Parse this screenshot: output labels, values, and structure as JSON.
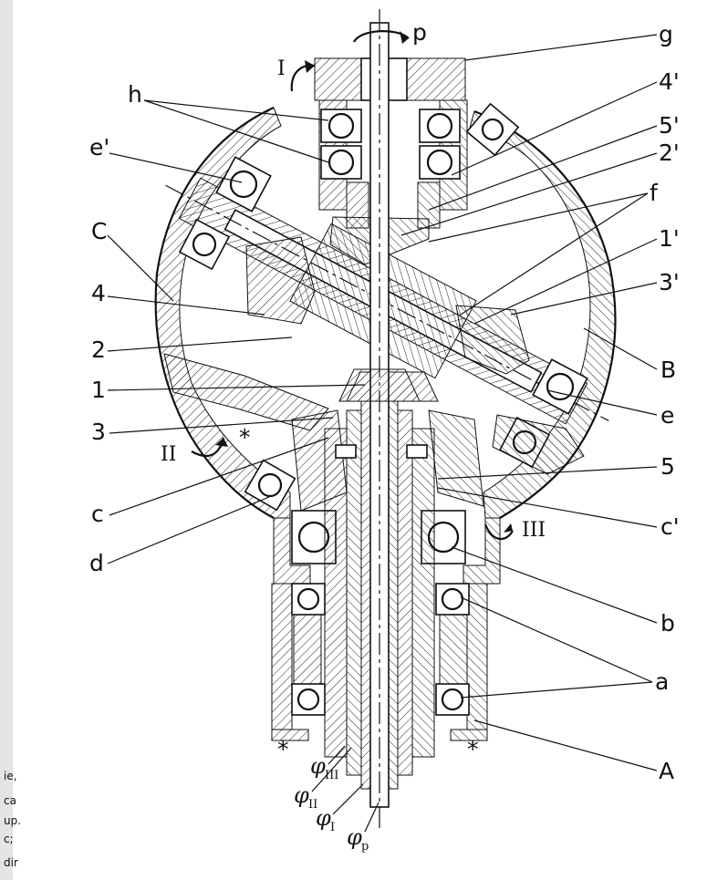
{
  "labels": {
    "g": "g",
    "h": "h",
    "e_prime": "e'",
    "C": "C",
    "four": "4",
    "two": "2",
    "one": "1",
    "three": "3",
    "c": "c",
    "d": "d",
    "four_prime": "4'",
    "five_prime": "5'",
    "two_prime": "2'",
    "f": "f",
    "one_prime": "1'",
    "three_prime": "3'",
    "B": "B",
    "e": "e",
    "five": "5",
    "c_prime": "c'",
    "b": "b",
    "a": "a",
    "A": "A",
    "p": "p",
    "I": "I",
    "II": "II",
    "III": "III",
    "star": "*"
  },
  "phi_labels": [
    {
      "sym": "φ",
      "sub": "III"
    },
    {
      "sym": "φ",
      "sub": "II"
    },
    {
      "sym": "φ",
      "sub": "I"
    },
    {
      "sym": "φ",
      "sub": "p"
    }
  ],
  "margin_text": [
    "ie,",
    "ca",
    "up.",
    "c;",
    "dir"
  ]
}
